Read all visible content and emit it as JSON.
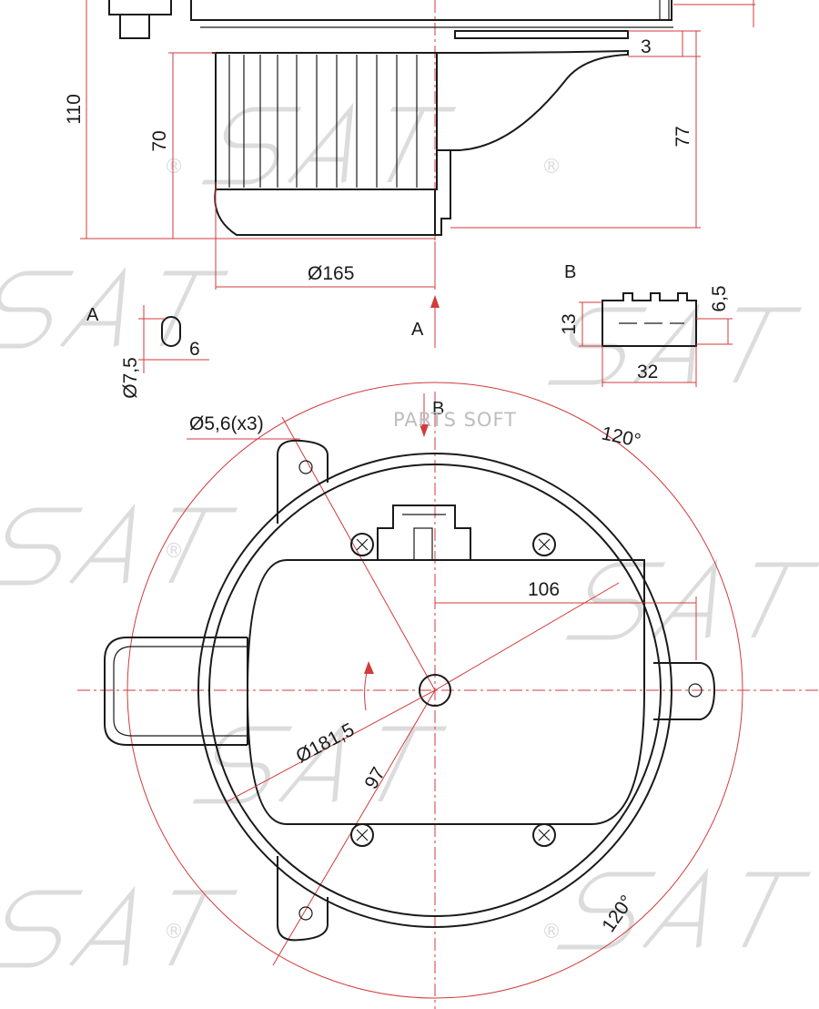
{
  "watermark": {
    "center_text": "PARTS SOFT",
    "logo_text": "SAT",
    "registered_mark": "®"
  },
  "dimensions": {
    "d110": "110",
    "d70": "70",
    "d3": "3",
    "d77": "77",
    "d165": "Ø165",
    "d13": "13",
    "d65": "6,5",
    "d32": "32",
    "d75": "Ø7,5",
    "d6": "6",
    "d56": "Ø5,6(x3)",
    "d106": "106",
    "d1815": "Ø181,5",
    "d97": "97",
    "angle_top": "120°",
    "angle_bottom": "120°"
  },
  "labels": {
    "view_a_title": "A",
    "view_b_title": "B",
    "arrow_a": "A",
    "arrow_b": "B"
  },
  "colors": {
    "outline": "#1a1a1a",
    "dimension": "#d33b3b",
    "watermark": "#dcdcdc"
  }
}
